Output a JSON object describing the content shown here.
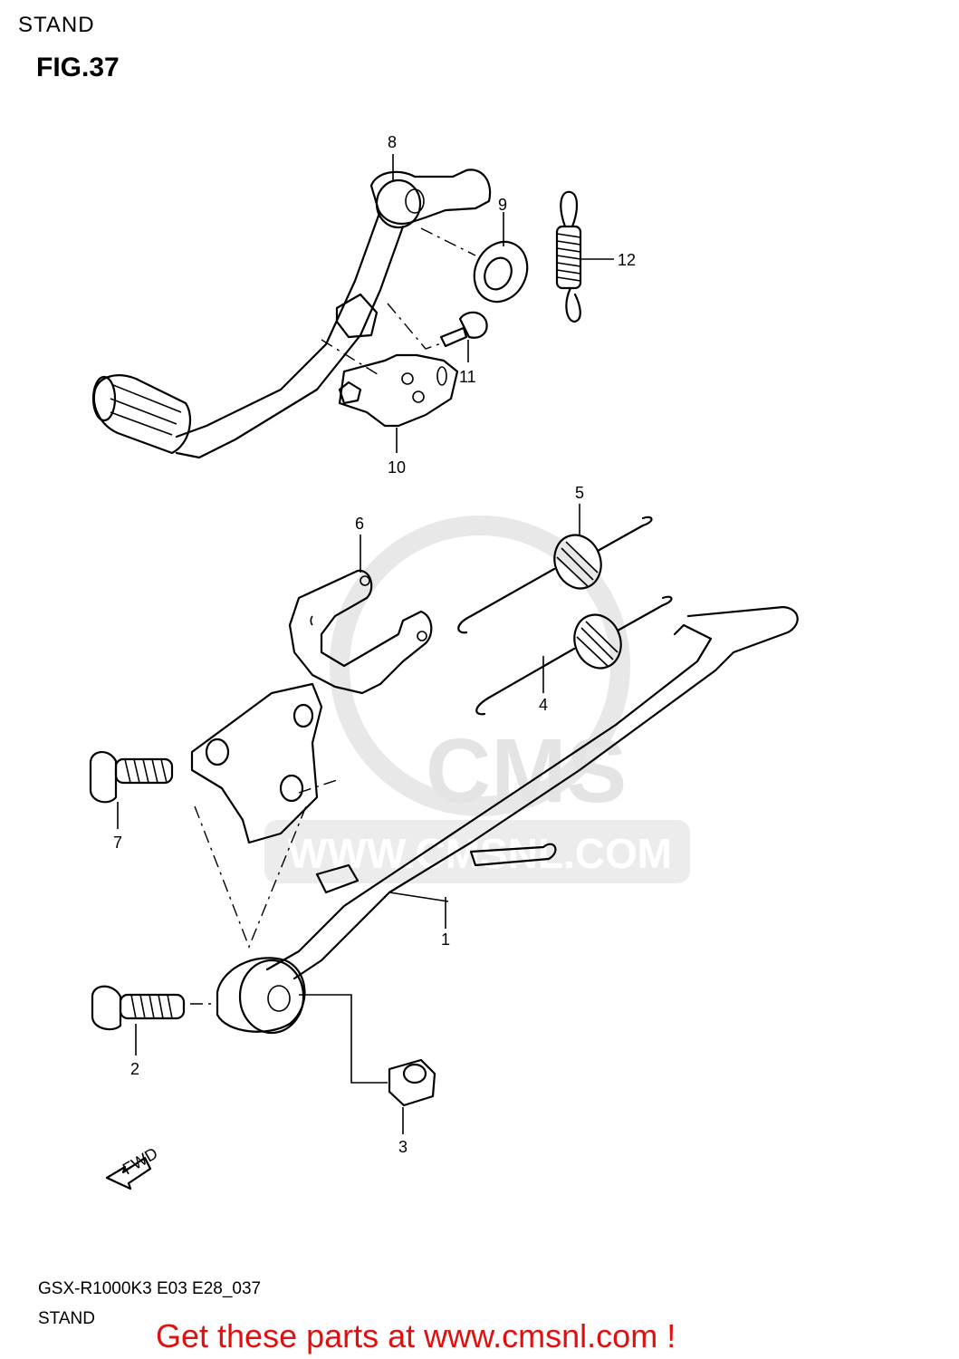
{
  "header": {
    "section_title": "STAND",
    "figure_title": "FIG.37"
  },
  "parts": [
    {
      "num": "1"
    },
    {
      "num": "2"
    },
    {
      "num": "3"
    },
    {
      "num": "4"
    },
    {
      "num": "5"
    },
    {
      "num": "6"
    },
    {
      "num": "7"
    },
    {
      "num": "8"
    },
    {
      "num": "9"
    },
    {
      "num": "10"
    },
    {
      "num": "11"
    },
    {
      "num": "12"
    }
  ],
  "direction_marker": "FWD",
  "watermark": {
    "brand": "CMS",
    "url": "WWW.CMSNL.COM"
  },
  "footer": {
    "model_code": "GSX-R1000K3 E03 E28_037",
    "section_name": "STAND",
    "call_to_action": "Get these parts at www.cmsnl.com !"
  },
  "colors": {
    "call_to_action": "#e01010",
    "watermark": "#e4e4e4"
  }
}
